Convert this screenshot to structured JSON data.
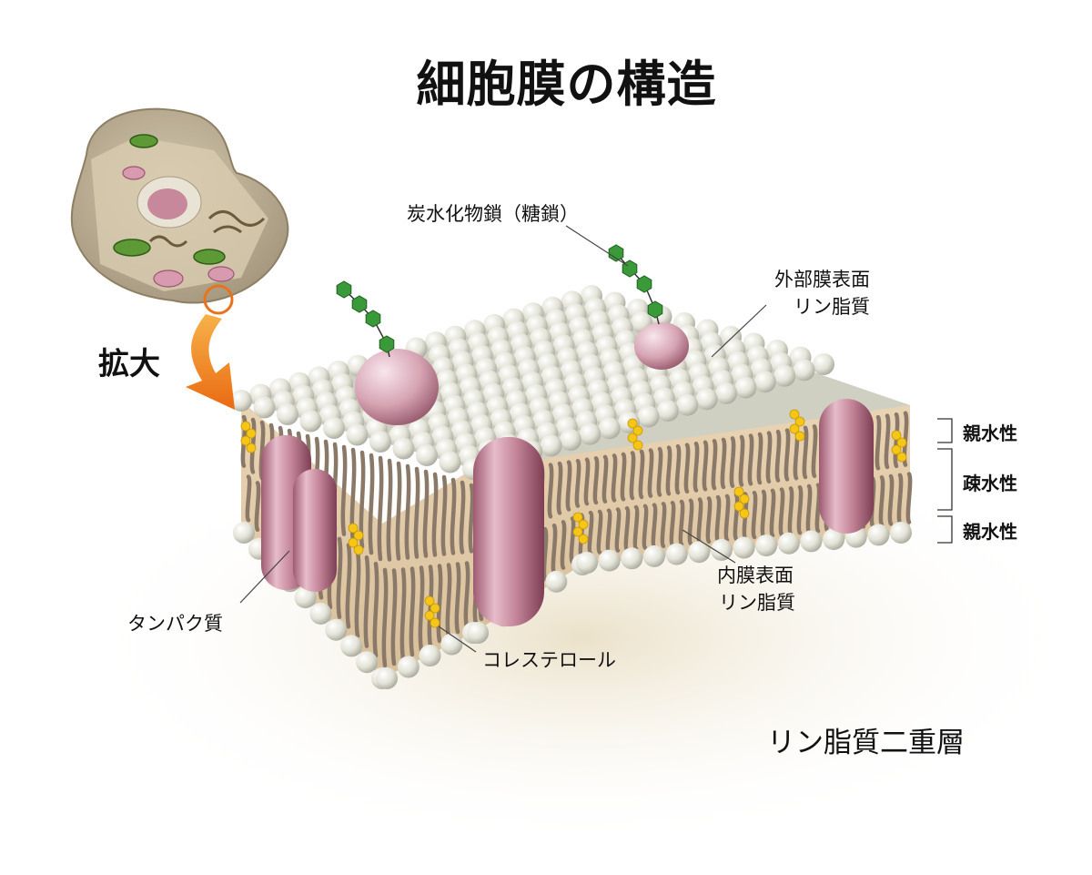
{
  "title": "細胞膜の構造",
  "zoom_label": "拡大",
  "labels": {
    "carbohydrate_chain": "炭水化物鎖（糖鎖）",
    "outer_surface_line1": "外部膜表面",
    "outer_surface_line2": "リン脂質",
    "inner_surface_line1": "内膜表面",
    "inner_surface_line2": "リン脂質",
    "protein": "タンパク質",
    "cholesterol": "コレステロール"
  },
  "layers": {
    "top": "親水性",
    "middle": "疎水性",
    "bottom": "親水性"
  },
  "caption": "リン脂質二重層",
  "colors": {
    "phospholipid_head": "#e6e6dc",
    "tail": "#8a7868",
    "protein": "#c98fa0",
    "cholesterol": "#f5c518",
    "sugar_chain": "#3a9a3a",
    "arrow": "#f08a1c",
    "cell_body": "#b7a98e"
  }
}
